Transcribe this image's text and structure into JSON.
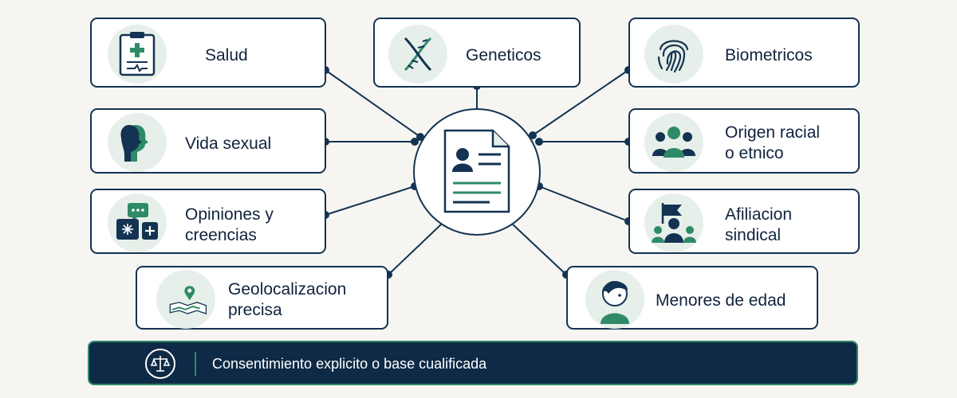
{
  "colors": {
    "navy": "#143352",
    "green": "#2f8a67",
    "mint": "#e6efe9",
    "background": "#f6f5f1",
    "banner": "#0e2a47"
  },
  "categories": {
    "salud": {
      "label": "Salud",
      "icon": "medical-clipboard-icon"
    },
    "geneticos": {
      "label": "Geneticos",
      "icon": "dna-icon"
    },
    "biometricos": {
      "label": "Biometricos",
      "icon": "fingerprint-icon"
    },
    "vida_sexual": {
      "label": "Vida sexual",
      "icon": "two-profiles-icon"
    },
    "origen": {
      "line1": "Origen racial",
      "line2": "o etnico",
      "icon": "group-people-icon"
    },
    "opiniones": {
      "line1": "Opiniones y",
      "line2": "creencias",
      "icon": "chat-bubbles-icon"
    },
    "afiliacion": {
      "line1": "Afiliacion",
      "line2": "sindical",
      "icon": "flag-group-icon"
    },
    "geo": {
      "line1": "Geolocalizacion",
      "line2": "precisa",
      "icon": "map-pin-icon"
    },
    "menores": {
      "label": "Menores de edad",
      "icon": "child-profile-icon"
    }
  },
  "center": {
    "icon": "personal-document-icon"
  },
  "banner": {
    "text": "Consentimiento explicito o base cualificada",
    "icon": "scales-icon"
  }
}
